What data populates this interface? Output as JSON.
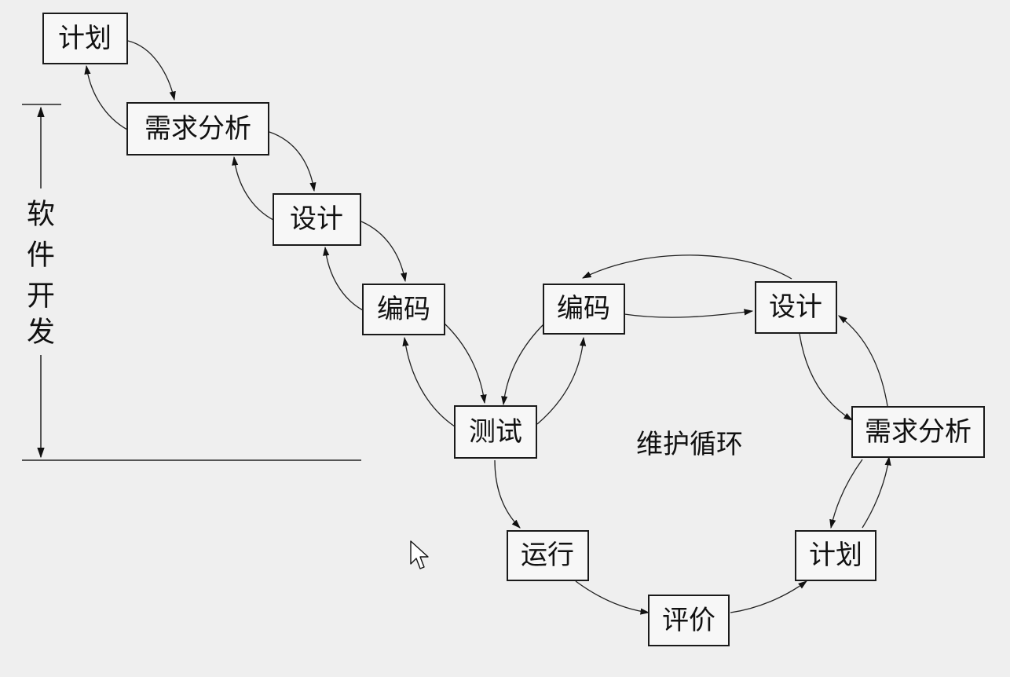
{
  "development": {
    "label_chars": [
      "软",
      "件",
      "开",
      "发"
    ],
    "stages": {
      "plan": "计划",
      "requirements": "需求分析",
      "design": "设计",
      "coding": "编码",
      "testing": "测试"
    }
  },
  "maintenance": {
    "cycle_label": "维护循环",
    "stages": {
      "operation": "运行",
      "evaluation": "评价",
      "plan": "计划",
      "requirements": "需求分析",
      "design": "设计",
      "coding": "编码"
    }
  }
}
